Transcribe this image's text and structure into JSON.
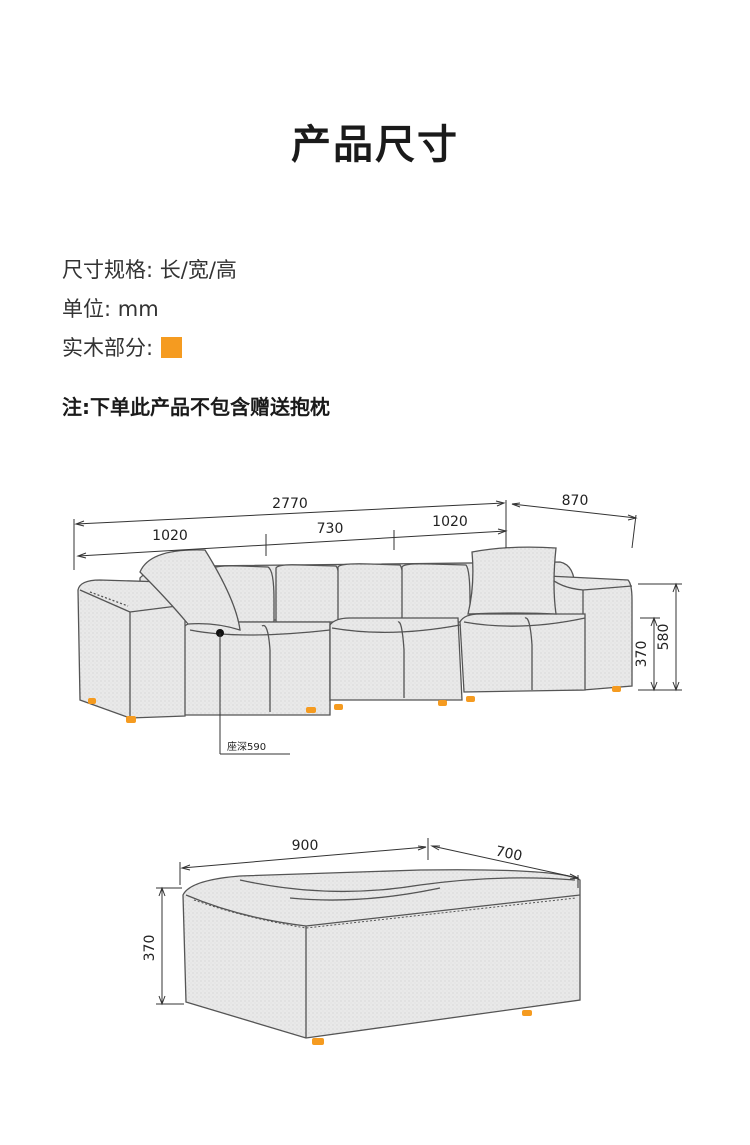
{
  "header": {
    "title": "产品尺寸"
  },
  "specs": {
    "size_label": "尺寸规格: 长/宽/高",
    "unit_label": "单位: mm",
    "wood_label": "实木部分:",
    "wood_color": "#f59b20"
  },
  "note": "注:下单此产品不包含赠送抱枕",
  "sofa": {
    "total_length": "2770",
    "depth": "870",
    "module_left": "1020",
    "module_middle": "730",
    "module_right": "1020",
    "seat_height": "370",
    "back_height": "580",
    "seat_depth": "座深590"
  },
  "ottoman": {
    "length": "900",
    "width": "700",
    "height": "370"
  },
  "colors": {
    "fabric": "#e9e9e9",
    "outline": "#555555",
    "wood": "#f59b20"
  }
}
